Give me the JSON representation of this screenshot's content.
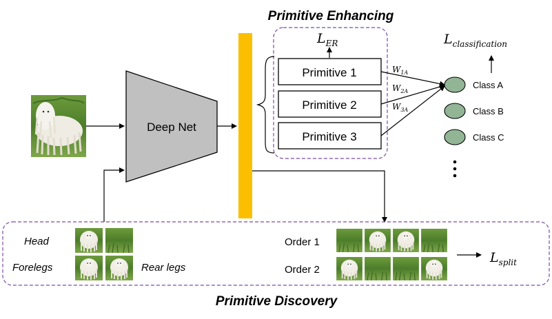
{
  "colors": {
    "feature_bar": "#fcbf00",
    "deep_net": "#c0c0c0",
    "class_node": "#92b596",
    "dashed_frame": "#7b4aa8"
  },
  "titles": {
    "enhancing": "Primitive Enhancing",
    "discovery": "Primitive Discovery"
  },
  "network": {
    "label": "Deep Net"
  },
  "losses": {
    "er": {
      "base": "L",
      "sub": "ER"
    },
    "classification": {
      "base": "L",
      "sub": "classification"
    },
    "split": {
      "base": "L",
      "sub": "split"
    }
  },
  "primitives": [
    "Primitive 1",
    "Primitive 2",
    "Primitive 3"
  ],
  "weights": [
    {
      "base": "W",
      "sub": "1A"
    },
    {
      "base": "W",
      "sub": "2A"
    },
    {
      "base": "W",
      "sub": "3A"
    }
  ],
  "classes": [
    "Class A",
    "Class B",
    "Class C"
  ],
  "discovery": {
    "parts": {
      "head": "Head",
      "forelegs": "Forelegs",
      "rear_legs": "Rear legs"
    },
    "orders": [
      "Order 1",
      "Order 2"
    ]
  },
  "images": {
    "input": "dog-image",
    "patch": "dog-patch"
  }
}
